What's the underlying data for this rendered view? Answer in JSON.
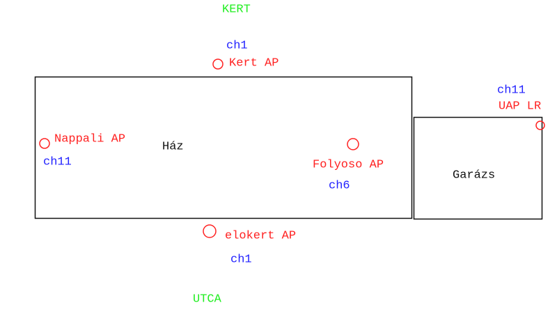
{
  "zones": {
    "top": "KERT",
    "bottom": "UTCA"
  },
  "rooms": {
    "house": "Ház",
    "garage": "Garázs"
  },
  "access_points": [
    {
      "name": "Kert AP",
      "channel": "ch1"
    },
    {
      "name": "Nappali AP",
      "channel": "ch11"
    },
    {
      "name": "Folyoso AP",
      "channel": "ch6"
    },
    {
      "name": "UAP LR",
      "channel": "ch11"
    },
    {
      "name": "elokert AP",
      "channel": "ch1"
    }
  ],
  "colors": {
    "zone": "#22ee22",
    "channel": "#2222ff",
    "ap": "#ff2222",
    "wall": "#111111"
  }
}
